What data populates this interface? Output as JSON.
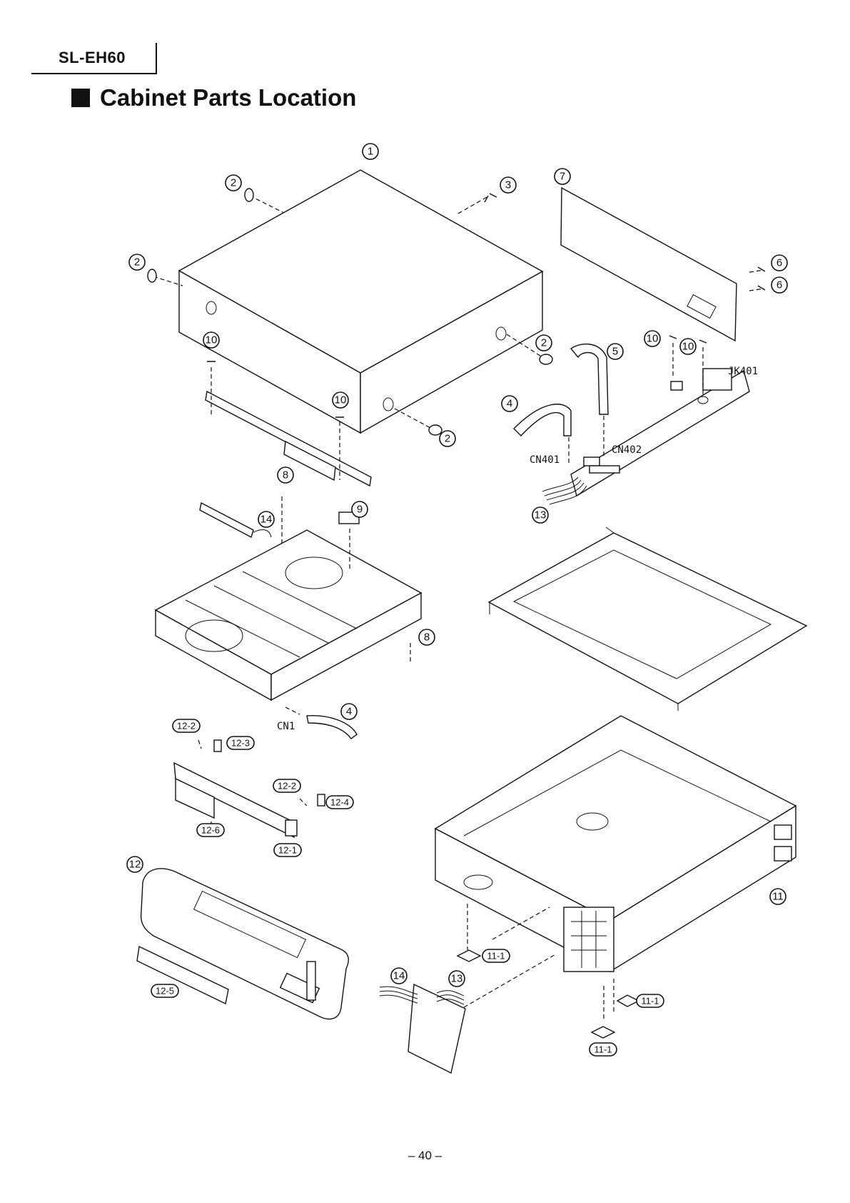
{
  "header": {
    "model": "SL-EH60",
    "title": "Cabinet Parts Location"
  },
  "footer": {
    "page_number": "– 40 –"
  },
  "callouts": {
    "c1": "1",
    "c2a": "2",
    "c2b": "2",
    "c2c": "2",
    "c2d": "2",
    "c3": "3",
    "c4a": "4",
    "c4b": "4",
    "c5": "5",
    "c6a": "6",
    "c6b": "6",
    "c7": "7",
    "c8a": "8",
    "c8b": "8",
    "c9": "9",
    "c10a": "10",
    "c10b": "10",
    "c10c": "10",
    "c10d": "10",
    "c11": "11",
    "c12": "12",
    "c13a": "13",
    "c13b": "13",
    "c14a": "14",
    "c14b": "14"
  },
  "tags": {
    "t12_2a": "12-2",
    "t12_3": "12-3",
    "t12_2b": "12-2",
    "t12_4": "12-4",
    "t12_6": "12-6",
    "t12_1": "12-1",
    "t12_5": "12-5",
    "t11_1a": "11-1",
    "t11_1b": "11-1",
    "t11_1c": "11-1"
  },
  "connectors": {
    "jk401": "JK401",
    "cn401": "CN401",
    "cn402": "CN402",
    "cn1": "CN1"
  }
}
